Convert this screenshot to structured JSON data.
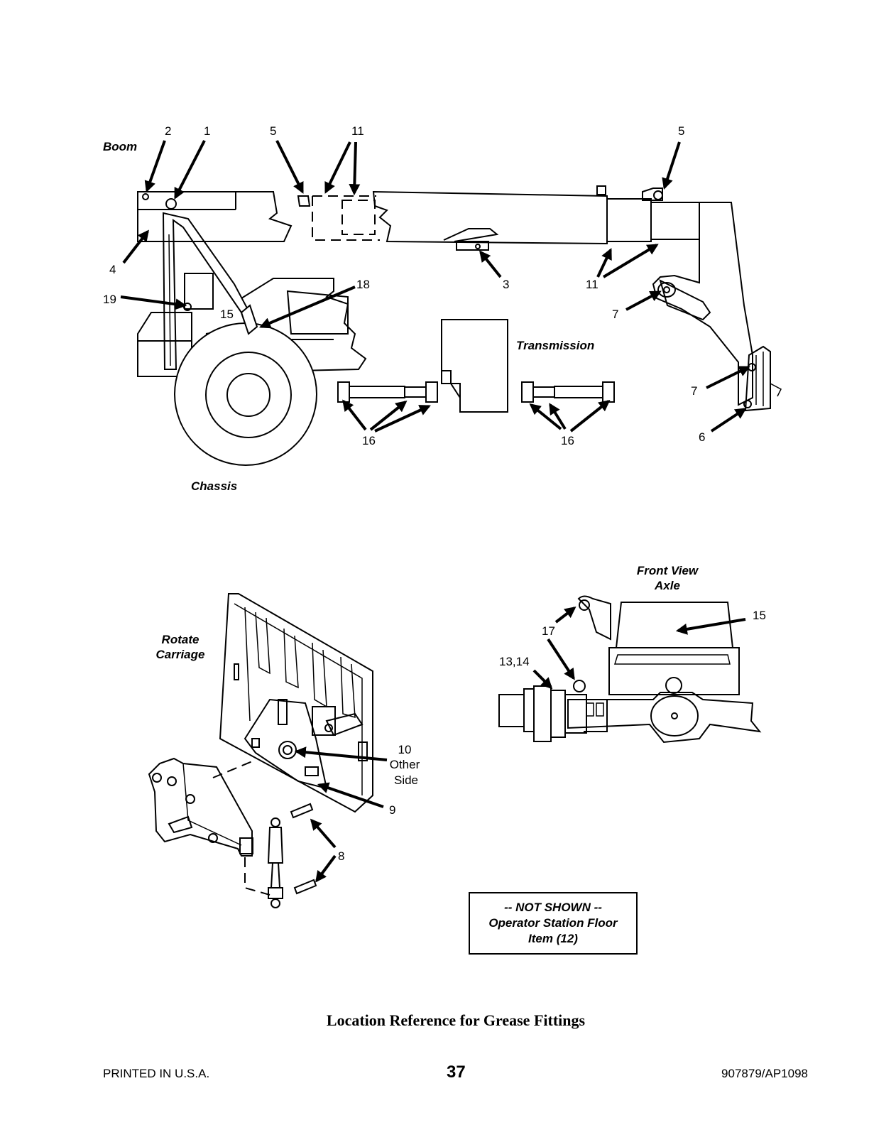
{
  "sections": {
    "boom": "Boom",
    "chassis": "Chassis",
    "transmission": "Transmission",
    "rotate_carriage": [
      "Rotate",
      "Carriage"
    ],
    "front_view_axle": [
      "Front View",
      "Axle"
    ]
  },
  "callouts": {
    "c1": "1",
    "c2": "2",
    "c3": "3",
    "c4": "4",
    "c5a": "5",
    "c5b": "5",
    "c6": "6",
    "c7a": "7",
    "c7b": "7",
    "c8": "8",
    "c9": "9",
    "c10": [
      "10",
      "Other",
      "Side"
    ],
    "c11a": "11",
    "c11b": "11",
    "c13_14": "13,14",
    "c15a": "15",
    "c15b": "15",
    "c16a": "16",
    "c16b": "16",
    "c17": "17",
    "c18": "18",
    "c19": "19"
  },
  "not_shown_note": [
    "-- NOT SHOWN --",
    "Operator Station Floor",
    "Item (12)"
  ],
  "caption": "Location Reference for Grease Fittings",
  "footer": {
    "left": "PRINTED IN U.S.A.",
    "page": "37",
    "right": "907879/AP1098"
  }
}
